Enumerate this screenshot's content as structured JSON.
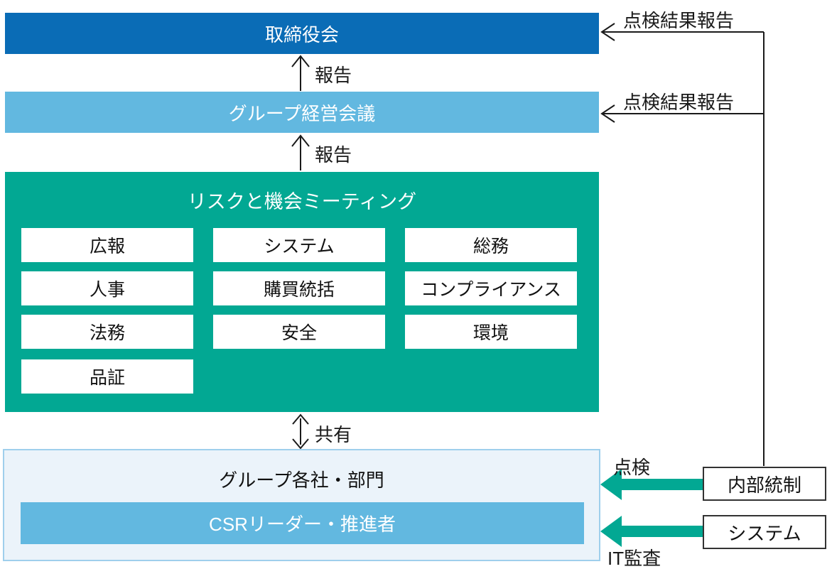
{
  "palette": {
    "board_blue": "#0a6cb6",
    "light_blue": "#62b8e0",
    "teal": "#02a893",
    "panel_fill": "#ebf3fa",
    "panel_border": "#9fcfec",
    "line_color": "#1a1a1a"
  },
  "nodes": {
    "board": "取締役会",
    "management_meeting": "グループ経営会議",
    "risk_meeting_title": "リスクと機会ミーティング",
    "group_panel_title": "グループ各社・部門",
    "csr_leader": "CSRリーダー・推進者",
    "internal_control": "内部統制",
    "system": "システム"
  },
  "risk_meeting": {
    "departments": [
      "広報",
      "システム",
      "総務",
      "人事",
      "購買統括",
      "コンプライアンス",
      "法務",
      "安全",
      "環境",
      "品証"
    ]
  },
  "labels": {
    "report_to_board": "報告",
    "report_to_management": "報告",
    "share": "共有",
    "inspection_report_board": "点検結果報告",
    "inspection_report_management": "点検結果報告",
    "inspection": "点検",
    "it_audit": "IT監査"
  }
}
